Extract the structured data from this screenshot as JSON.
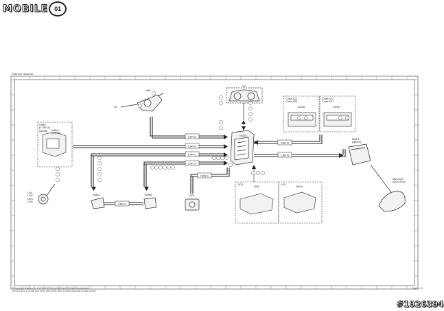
{
  "brand": {
    "logo_text": "MOBILE",
    "logo_badge": "01"
  },
  "header": {
    "doc_ref": "PE54.00-P-2030-04I"
  },
  "watermark": "#1926394",
  "footer": {
    "left_line1": "© Copyright Daimler AG, 10/7/16, G/07/16, pe54.00-p-2030-04ar, Nordamerika",
    "left_line2": "W221.000 up to model year 2009, with CODE (581) Comfort automatic climate control",
    "right": "Page 1 of 1"
  },
  "bus_labels": {
    "can_e": "CAN E",
    "can_b": "CAN B",
    "can_c": "CAN C",
    "can_d": "CAN D",
    "can_g": "CAN G"
  },
  "components": {
    "a1": "A1",
    "n80": "N80",
    "s4": "S4",
    "n10_1": "N10/1",
    "n69": "N69/1\n(N69/4)",
    "n80_1": "N80/1\n(N80/3)",
    "a2_code1": "Code 511\nCode 525",
    "a2_code2": "Code 512\nCode 527",
    "a2_a": "A2/56",
    "a2_b": "A2/57",
    "a2_front": "U580\n(+ 05/11)\n(U585)",
    "n30_4": "N30/4\n(N30/2)",
    "n73": "N73",
    "b38_4": "B38/4",
    "b38_6": "B38/6",
    "u74": "U74",
    "n38": "N38",
    "u75": "U75",
    "n3_10": "N3/10",
    "m21": "M21/1e2\n(M21/2e2)",
    "l_group": "L6/1\nL6/2\nL6/3\nL6/4"
  },
  "colors": {
    "line": "#222222",
    "panel": "#f2f2f2",
    "bus_fill": "#ffffff"
  }
}
